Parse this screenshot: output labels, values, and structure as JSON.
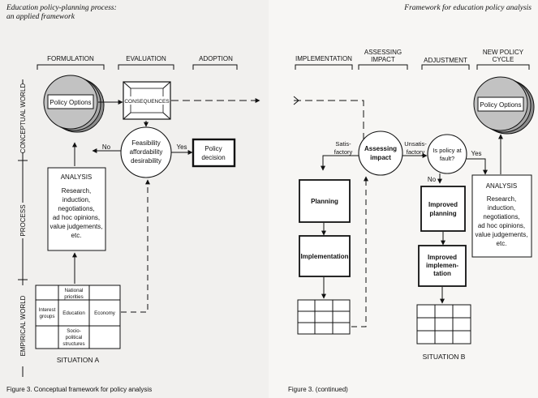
{
  "left_page": {
    "header": [
      "Education policy-planning process:",
      "an applied framework"
    ],
    "phases": [
      "FORMULATION",
      "EVALUATION",
      "ADOPTION"
    ],
    "worlds": [
      "CONCEPTUAL WORLD",
      "PROCESS",
      "EMPIRICAL WORLD"
    ],
    "policy_options": "Policy Options",
    "consequences": "CONSEQUENCES",
    "criteria": [
      "Feasibility",
      "affordability",
      "desirability"
    ],
    "no_label": "No",
    "yes_label": "Yes",
    "policy_decision": [
      "Policy",
      "decision"
    ],
    "analysis": {
      "title": "ANALYSIS",
      "lines": [
        "Research,",
        "induction,",
        "negotiations,",
        "ad hoc opinions,",
        "value judgements,",
        "etc."
      ]
    },
    "situation_grid": {
      "national": [
        "National",
        "priorities"
      ],
      "interest": [
        "Interest",
        "groups"
      ],
      "education": "Education",
      "economy": "Economy",
      "socio": [
        "Socio-",
        "political",
        "structures"
      ]
    },
    "situation_label": "SITUATION  A",
    "caption": "Figure 3. Conceptual framework for policy analysis"
  },
  "right_page": {
    "header": "Framework for education policy analysis",
    "phases": {
      "implementation": "IMPLEMENTATION",
      "assessing": [
        "ASSESSING",
        "IMPACT"
      ],
      "adjustment": "ADJUSTMENT",
      "new_cycle": [
        "NEW POLICY",
        "CYCLE"
      ]
    },
    "satisfactory": [
      "Satis-",
      "factory"
    ],
    "assessing_node": [
      "Assessing",
      "impact"
    ],
    "unsatisfactory": [
      "Unsatis-",
      "factory"
    ],
    "fault": [
      "Is policy at",
      "fault?"
    ],
    "no_label": "No",
    "yes_label": "Yes",
    "policy_options": "Policy Options",
    "planning": "Planning",
    "implementation_box": "Implementation",
    "improved_planning": [
      "Improved",
      "planning"
    ],
    "improved_implementation": [
      "Improved",
      "implemen-",
      "tation"
    ],
    "analysis": {
      "title": "ANALYSIS",
      "lines": [
        "Research,",
        "induction,",
        "negotiations,",
        "ad hoc opinions,",
        "value judgements,",
        "etc."
      ]
    },
    "situation_label": "SITUATION  B",
    "caption": "Figure 3.  (continued)"
  }
}
